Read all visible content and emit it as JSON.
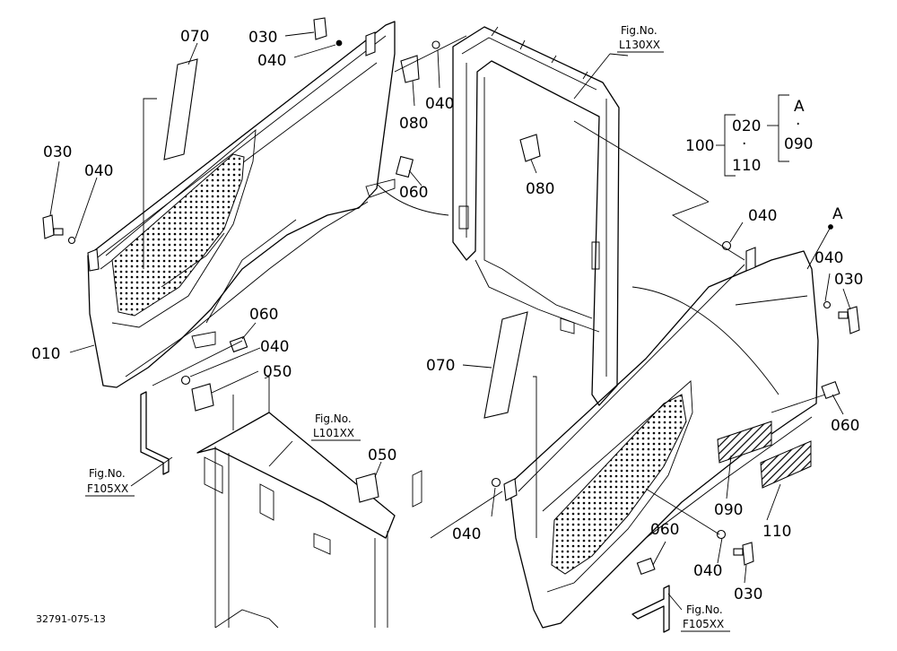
{
  "drawing_number": "32791-075-13",
  "callouts": [
    {
      "id": "c070a",
      "text": "070"
    },
    {
      "id": "c030a",
      "text": "030"
    },
    {
      "id": "c040a",
      "text": "040"
    },
    {
      "id": "c080a",
      "text": "080"
    },
    {
      "id": "c040b",
      "text": "040"
    },
    {
      "id": "c030b",
      "text": "030"
    },
    {
      "id": "c040c",
      "text": "040"
    },
    {
      "id": "c060a",
      "text": "060"
    },
    {
      "id": "c080b",
      "text": "080"
    },
    {
      "id": "c010",
      "text": "010"
    },
    {
      "id": "c060b",
      "text": "060"
    },
    {
      "id": "c040d",
      "text": "040"
    },
    {
      "id": "c050a",
      "text": "050"
    },
    {
      "id": "c050b",
      "text": "050"
    },
    {
      "id": "c070b",
      "text": "070"
    },
    {
      "id": "c040e",
      "text": "040"
    },
    {
      "id": "c040f",
      "text": "040"
    },
    {
      "id": "c030c",
      "text": "030"
    },
    {
      "id": "c060c",
      "text": "060"
    },
    {
      "id": "c090",
      "text": "090"
    },
    {
      "id": "c110",
      "text": "110"
    },
    {
      "id": "c040g",
      "text": "040"
    },
    {
      "id": "c060d",
      "text": "060"
    },
    {
      "id": "c040h",
      "text": "040"
    },
    {
      "id": "c030d",
      "text": "030"
    }
  ],
  "figure_refs": [
    {
      "id": "fig-l130",
      "line1": "Fig.No.",
      "line2": "L130XX"
    },
    {
      "id": "fig-f105-left",
      "line1": "Fig.No.",
      "line2": "F105XX"
    },
    {
      "id": "fig-l101",
      "line1": "Fig.No.",
      "line2": "L101XX"
    },
    {
      "id": "fig-f105-right",
      "line1": "Fig.No.",
      "line2": "F105XX"
    }
  ],
  "kit_group": {
    "parent": "100",
    "items": [
      "020",
      "110"
    ],
    "sub_marker": "A",
    "sub_item": "090",
    "separator": "·"
  },
  "reference_marks": {
    "a_point": "A"
  }
}
